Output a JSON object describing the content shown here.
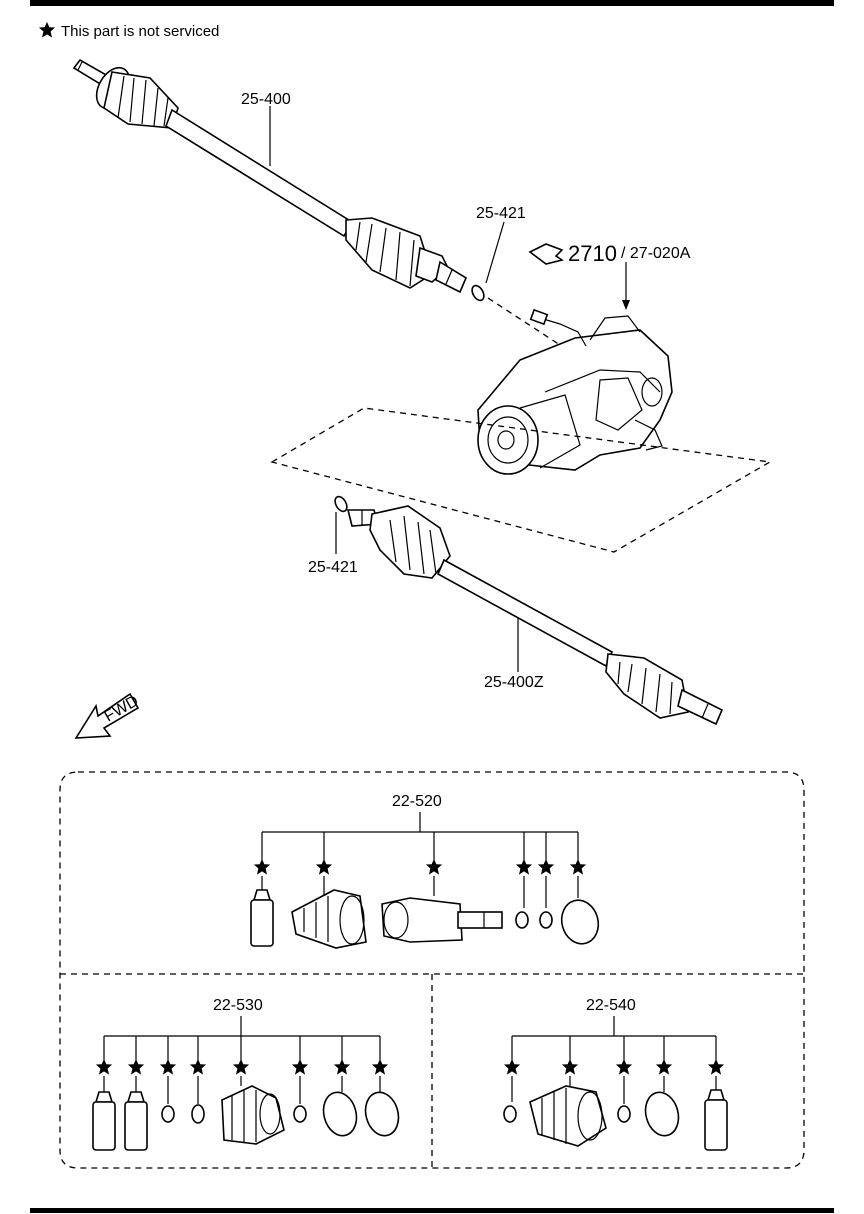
{
  "note": {
    "text": "This part is not serviced"
  },
  "callouts": {
    "shaft_upper": "25-400",
    "clip_upper": "25-421",
    "clip_lower": "25-421",
    "shaft_lower": "25-400Z",
    "diff_ref_main": "2710",
    "diff_ref_sub": "/ 27-020A",
    "fwd": "FWD"
  },
  "kits": {
    "k520": {
      "label": "22-520"
    },
    "k530": {
      "label": "22-530"
    },
    "k540": {
      "label": "22-540"
    }
  },
  "icons": [
    "star-icon",
    "fwd-arrow-icon",
    "reference-arrow-icon"
  ]
}
